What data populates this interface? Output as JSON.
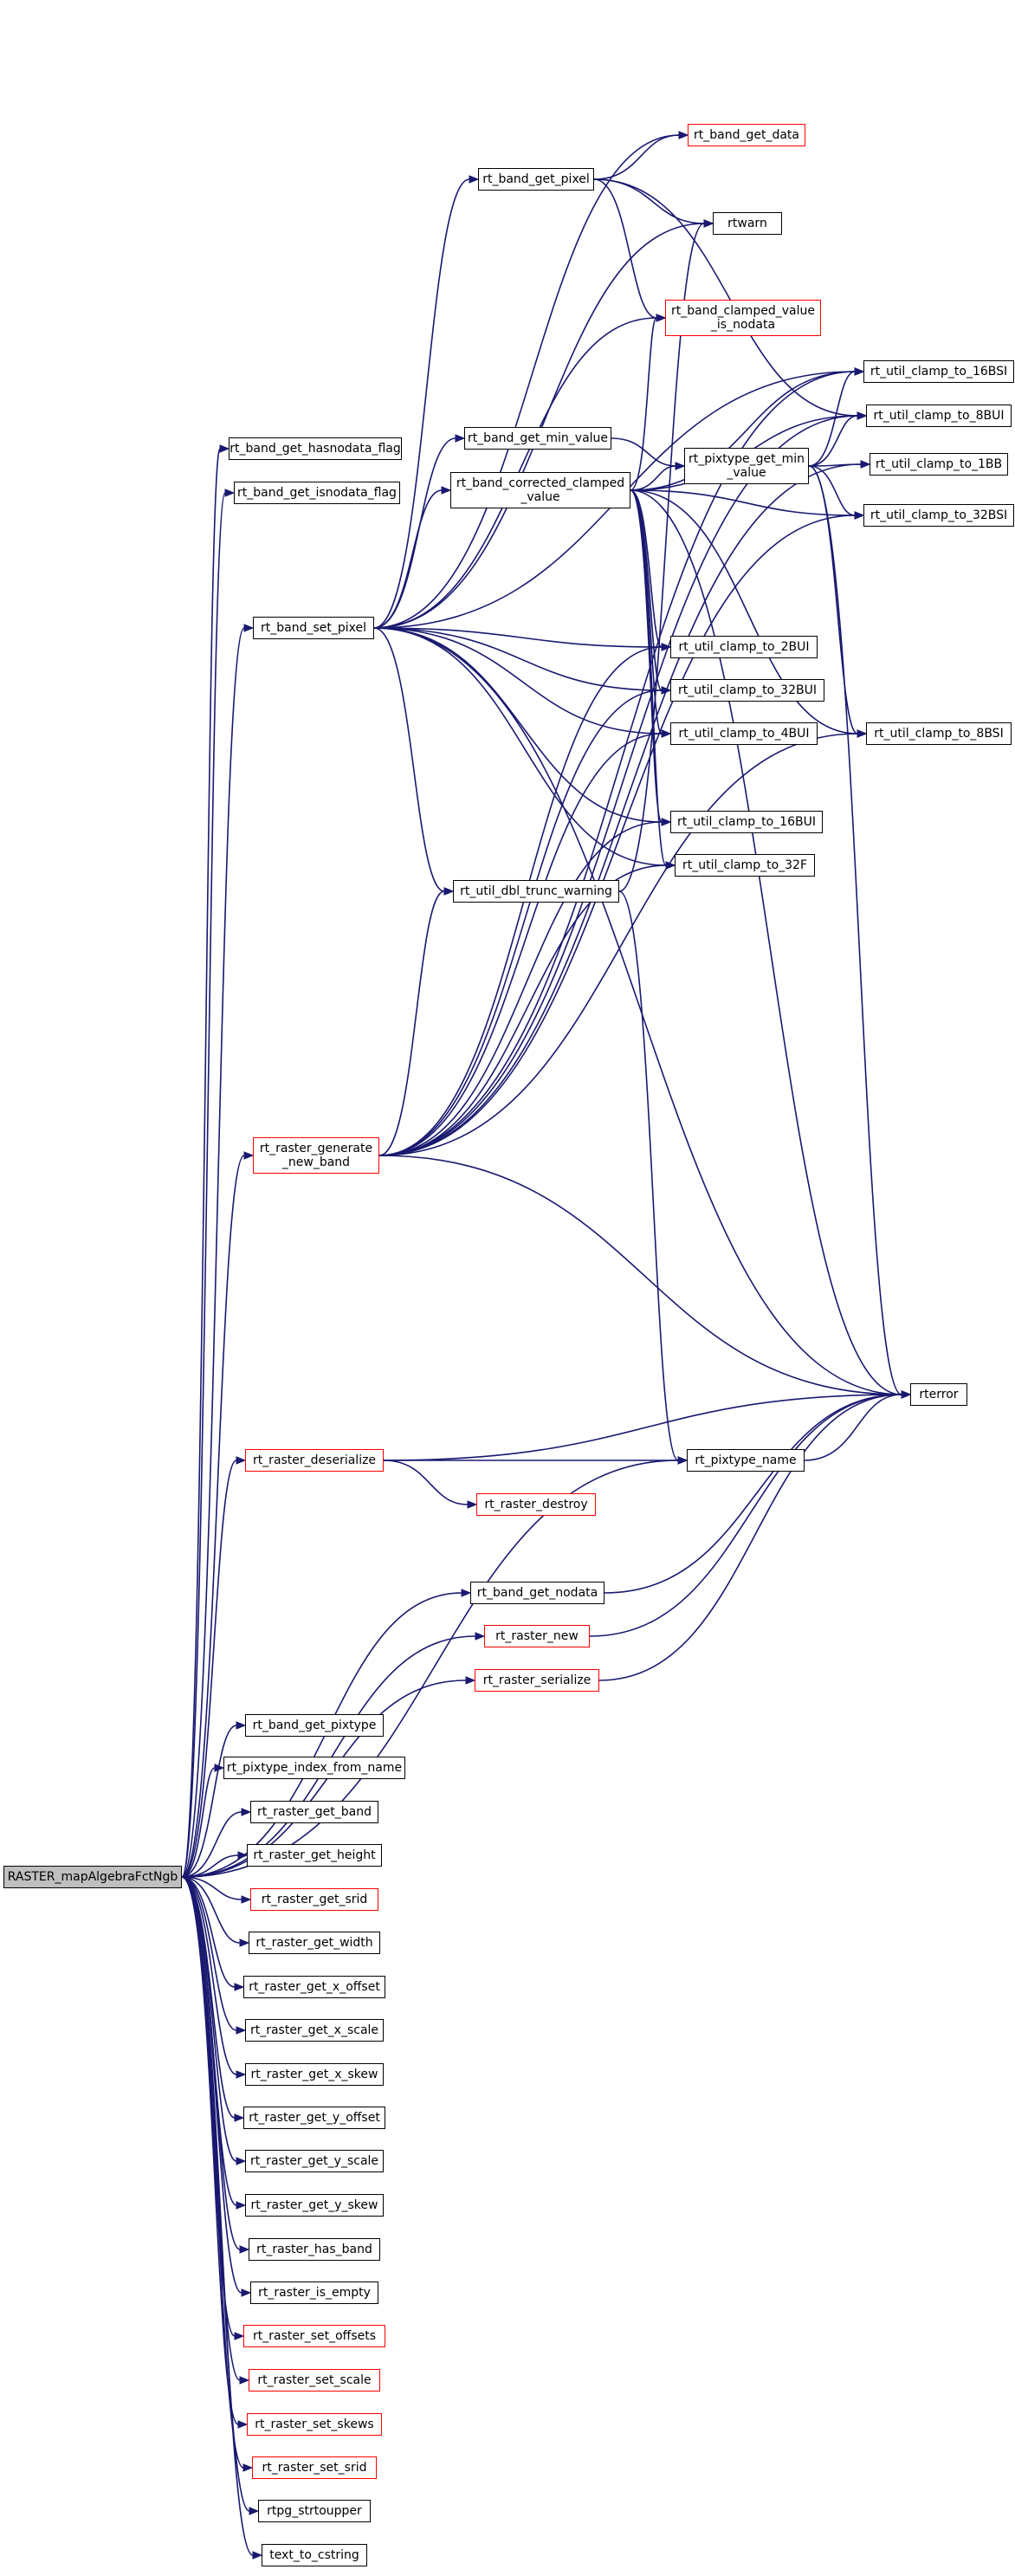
{
  "graph": {
    "root": "RASTER_mapAlgebraFctNgb",
    "nodes": [
      {
        "id": "root",
        "label": "RASTER_mapAlgebraFctNgb",
        "kind": "root"
      },
      {
        "id": "band_get_hasnodata_flag",
        "label": "rt_band_get_hasnodata_flag",
        "kind": "normal"
      },
      {
        "id": "band_get_isnodata_flag",
        "label": "rt_band_get_isnodata_flag",
        "kind": "normal"
      },
      {
        "id": "band_set_pixel",
        "label": "rt_band_set_pixel",
        "kind": "normal"
      },
      {
        "id": "raster_generate_new_band",
        "label": "rt_raster_generate\n_new_band",
        "kind": "partial"
      },
      {
        "id": "raster_deserialize",
        "label": "rt_raster_deserialize",
        "kind": "partial"
      },
      {
        "id": "band_get_pixel",
        "label": "rt_band_get_pixel",
        "kind": "normal"
      },
      {
        "id": "band_get_min_value",
        "label": "rt_band_get_min_value",
        "kind": "normal"
      },
      {
        "id": "band_corrected_clamped_value",
        "label": "rt_band_corrected_clamped\n_value",
        "kind": "normal"
      },
      {
        "id": "util_dbl_trunc_warning",
        "label": "rt_util_dbl_trunc_warning",
        "kind": "normal"
      },
      {
        "id": "band_get_data",
        "label": "rt_band_get_data",
        "kind": "partial"
      },
      {
        "id": "rtwarn",
        "label": "rtwarn",
        "kind": "normal"
      },
      {
        "id": "band_clamped_value_is_nodata",
        "label": "rt_band_clamped_value\n_is_nodata",
        "kind": "partial"
      },
      {
        "id": "pixtype_get_min_value",
        "label": "rt_pixtype_get_min\n_value",
        "kind": "normal"
      },
      {
        "id": "util_clamp_to_2BUI",
        "label": "rt_util_clamp_to_2BUI",
        "kind": "normal"
      },
      {
        "id": "util_clamp_to_32BUI",
        "label": "rt_util_clamp_to_32BUI",
        "kind": "normal"
      },
      {
        "id": "util_clamp_to_4BUI",
        "label": "rt_util_clamp_to_4BUI",
        "kind": "normal"
      },
      {
        "id": "util_clamp_to_16BUI",
        "label": "rt_util_clamp_to_16BUI",
        "kind": "normal"
      },
      {
        "id": "util_clamp_to_32F",
        "label": "rt_util_clamp_to_32F",
        "kind": "normal"
      },
      {
        "id": "util_clamp_to_16BSI",
        "label": "rt_util_clamp_to_16BSI",
        "kind": "normal"
      },
      {
        "id": "util_clamp_to_8BUI",
        "label": "rt_util_clamp_to_8BUI",
        "kind": "normal"
      },
      {
        "id": "util_clamp_to_1BB",
        "label": "rt_util_clamp_to_1BB",
        "kind": "normal"
      },
      {
        "id": "util_clamp_to_32BSI",
        "label": "rt_util_clamp_to_32BSI",
        "kind": "normal"
      },
      {
        "id": "util_clamp_to_8BSI",
        "label": "rt_util_clamp_to_8BSI",
        "kind": "normal"
      },
      {
        "id": "rterror",
        "label": "rterror",
        "kind": "normal"
      },
      {
        "id": "pixtype_name",
        "label": "rt_pixtype_name",
        "kind": "normal"
      },
      {
        "id": "raster_destroy",
        "label": "rt_raster_destroy",
        "kind": "partial"
      },
      {
        "id": "band_get_nodata",
        "label": "rt_band_get_nodata",
        "kind": "normal"
      },
      {
        "id": "raster_new",
        "label": "rt_raster_new",
        "kind": "partial"
      },
      {
        "id": "raster_serialize",
        "label": "rt_raster_serialize",
        "kind": "partial"
      },
      {
        "id": "band_get_pixtype",
        "label": "rt_band_get_pixtype",
        "kind": "normal"
      },
      {
        "id": "pixtype_index_from_name",
        "label": "rt_pixtype_index_from_name",
        "kind": "normal"
      },
      {
        "id": "raster_get_band",
        "label": "rt_raster_get_band",
        "kind": "normal"
      },
      {
        "id": "raster_get_height",
        "label": "rt_raster_get_height",
        "kind": "normal"
      },
      {
        "id": "raster_get_srid",
        "label": "rt_raster_get_srid",
        "kind": "partial"
      },
      {
        "id": "raster_get_width",
        "label": "rt_raster_get_width",
        "kind": "normal"
      },
      {
        "id": "raster_get_x_offset",
        "label": "rt_raster_get_x_offset",
        "kind": "normal"
      },
      {
        "id": "raster_get_x_scale",
        "label": "rt_raster_get_x_scale",
        "kind": "normal"
      },
      {
        "id": "raster_get_x_skew",
        "label": "rt_raster_get_x_skew",
        "kind": "normal"
      },
      {
        "id": "raster_get_y_offset",
        "label": "rt_raster_get_y_offset",
        "kind": "normal"
      },
      {
        "id": "raster_get_y_scale",
        "label": "rt_raster_get_y_scale",
        "kind": "normal"
      },
      {
        "id": "raster_get_y_skew",
        "label": "rt_raster_get_y_skew",
        "kind": "normal"
      },
      {
        "id": "raster_has_band",
        "label": "rt_raster_has_band",
        "kind": "normal"
      },
      {
        "id": "raster_is_empty",
        "label": "rt_raster_is_empty",
        "kind": "normal"
      },
      {
        "id": "raster_set_offsets",
        "label": "rt_raster_set_offsets",
        "kind": "partial"
      },
      {
        "id": "raster_set_scale",
        "label": "rt_raster_set_scale",
        "kind": "partial"
      },
      {
        "id": "raster_set_skews",
        "label": "rt_raster_set_skews",
        "kind": "partial"
      },
      {
        "id": "raster_set_srid",
        "label": "rt_raster_set_srid",
        "kind": "partial"
      },
      {
        "id": "rtpg_strtoupper",
        "label": "rtpg_strtoupper",
        "kind": "normal"
      },
      {
        "id": "text_to_cstring",
        "label": "text_to_cstring",
        "kind": "normal"
      }
    ],
    "edges": [
      [
        "root",
        "band_get_hasnodata_flag"
      ],
      [
        "root",
        "band_get_isnodata_flag"
      ],
      [
        "root",
        "band_set_pixel"
      ],
      [
        "root",
        "raster_generate_new_band"
      ],
      [
        "root",
        "raster_deserialize"
      ],
      [
        "root",
        "pixtype_name"
      ],
      [
        "root",
        "band_get_nodata"
      ],
      [
        "root",
        "raster_new"
      ],
      [
        "root",
        "raster_serialize"
      ],
      [
        "root",
        "band_get_pixtype"
      ],
      [
        "root",
        "pixtype_index_from_name"
      ],
      [
        "root",
        "raster_get_band"
      ],
      [
        "root",
        "raster_get_height"
      ],
      [
        "root",
        "raster_get_srid"
      ],
      [
        "root",
        "raster_get_width"
      ],
      [
        "root",
        "raster_get_x_offset"
      ],
      [
        "root",
        "raster_get_x_scale"
      ],
      [
        "root",
        "raster_get_x_skew"
      ],
      [
        "root",
        "raster_get_y_offset"
      ],
      [
        "root",
        "raster_get_y_scale"
      ],
      [
        "root",
        "raster_get_y_skew"
      ],
      [
        "root",
        "raster_has_band"
      ],
      [
        "root",
        "raster_is_empty"
      ],
      [
        "root",
        "raster_set_offsets"
      ],
      [
        "root",
        "raster_set_scale"
      ],
      [
        "root",
        "raster_set_skews"
      ],
      [
        "root",
        "raster_set_srid"
      ],
      [
        "root",
        "rtpg_strtoupper"
      ],
      [
        "root",
        "text_to_cstring"
      ],
      [
        "band_set_pixel",
        "band_get_pixel"
      ],
      [
        "band_set_pixel",
        "band_get_data"
      ],
      [
        "band_set_pixel",
        "rtwarn"
      ],
      [
        "band_set_pixel",
        "band_clamped_value_is_nodata"
      ],
      [
        "band_set_pixel",
        "band_get_min_value"
      ],
      [
        "band_set_pixel",
        "band_corrected_clamped_value"
      ],
      [
        "band_set_pixel",
        "util_dbl_trunc_warning"
      ],
      [
        "band_set_pixel",
        "util_clamp_to_16BSI"
      ],
      [
        "band_set_pixel",
        "util_clamp_to_2BUI"
      ],
      [
        "band_set_pixel",
        "util_clamp_to_32BUI"
      ],
      [
        "band_set_pixel",
        "util_clamp_to_4BUI"
      ],
      [
        "band_set_pixel",
        "util_clamp_to_16BUI"
      ],
      [
        "band_set_pixel",
        "util_clamp_to_32F"
      ],
      [
        "band_set_pixel",
        "rterror"
      ],
      [
        "band_get_pixel",
        "band_get_data"
      ],
      [
        "band_get_pixel",
        "rtwarn"
      ],
      [
        "band_get_pixel",
        "band_clamped_value_is_nodata"
      ],
      [
        "band_get_pixel",
        "util_clamp_to_8BUI"
      ],
      [
        "band_get_min_value",
        "pixtype_get_min_value"
      ],
      [
        "band_corrected_clamped_value",
        "pixtype_get_min_value"
      ],
      [
        "band_corrected_clamped_value",
        "band_clamped_value_is_nodata"
      ],
      [
        "band_corrected_clamped_value",
        "util_clamp_to_16BSI"
      ],
      [
        "band_corrected_clamped_value",
        "util_clamp_to_8BUI"
      ],
      [
        "band_corrected_clamped_value",
        "util_clamp_to_32BSI"
      ],
      [
        "band_corrected_clamped_value",
        "util_clamp_to_2BUI"
      ],
      [
        "band_corrected_clamped_value",
        "util_clamp_to_32BUI"
      ],
      [
        "band_corrected_clamped_value",
        "util_clamp_to_4BUI"
      ],
      [
        "band_corrected_clamped_value",
        "util_clamp_to_16BUI"
      ],
      [
        "band_corrected_clamped_value",
        "util_clamp_to_32F"
      ],
      [
        "band_corrected_clamped_value",
        "util_clamp_to_8BSI"
      ],
      [
        "band_corrected_clamped_value",
        "rterror"
      ],
      [
        "pixtype_get_min_value",
        "util_clamp_to_16BSI"
      ],
      [
        "pixtype_get_min_value",
        "util_clamp_to_8BUI"
      ],
      [
        "pixtype_get_min_value",
        "util_clamp_to_1BB"
      ],
      [
        "pixtype_get_min_value",
        "util_clamp_to_32BSI"
      ],
      [
        "pixtype_get_min_value",
        "util_clamp_to_8BSI"
      ],
      [
        "pixtype_get_min_value",
        "rterror"
      ],
      [
        "util_dbl_trunc_warning",
        "rtwarn"
      ],
      [
        "util_dbl_trunc_warning",
        "pixtype_name"
      ],
      [
        "raster_generate_new_band",
        "util_dbl_trunc_warning"
      ],
      [
        "raster_generate_new_band",
        "util_clamp_to_2BUI"
      ],
      [
        "raster_generate_new_band",
        "util_clamp_to_32BUI"
      ],
      [
        "raster_generate_new_band",
        "util_clamp_to_4BUI"
      ],
      [
        "raster_generate_new_band",
        "util_clamp_to_16BUI"
      ],
      [
        "raster_generate_new_band",
        "util_clamp_to_32F"
      ],
      [
        "raster_generate_new_band",
        "util_clamp_to_16BSI"
      ],
      [
        "raster_generate_new_band",
        "util_clamp_to_8BUI"
      ],
      [
        "raster_generate_new_band",
        "util_clamp_to_1BB"
      ],
      [
        "raster_generate_new_band",
        "util_clamp_to_32BSI"
      ],
      [
        "raster_generate_new_band",
        "util_clamp_to_8BSI"
      ],
      [
        "raster_generate_new_band",
        "rterror"
      ],
      [
        "raster_deserialize",
        "rterror"
      ],
      [
        "raster_deserialize",
        "pixtype_name"
      ],
      [
        "raster_deserialize",
        "raster_destroy"
      ],
      [
        "pixtype_name",
        "rterror"
      ],
      [
        "band_get_nodata",
        "rterror"
      ],
      [
        "raster_new",
        "rterror"
      ],
      [
        "raster_serialize",
        "rterror"
      ]
    ]
  }
}
